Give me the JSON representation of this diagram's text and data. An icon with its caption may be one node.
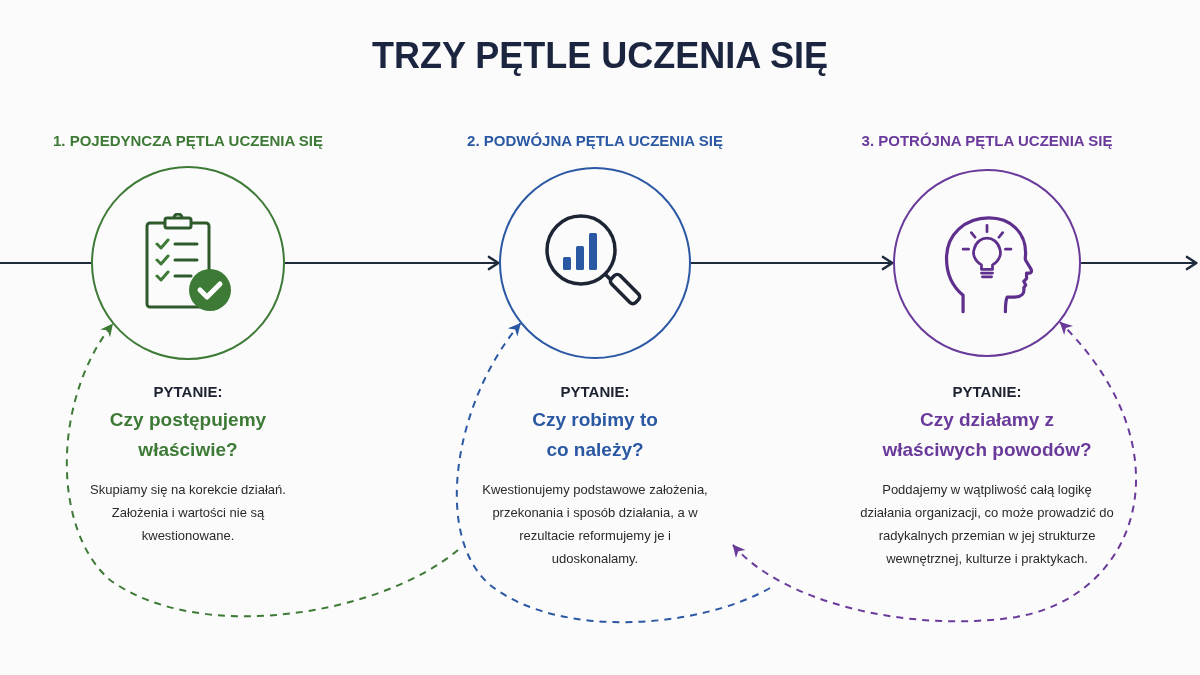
{
  "diagram": {
    "title": "TRZY PĘTLE UCZENIA SIĘ",
    "nodes": [
      {
        "text": [],
        "shape": "circle",
        "beside": [
          "1. POJEDYNCZA PĘTLA UCZENIA SIĘ",
          "PYTANIE:",
          "Czy postępujemy właściwie?",
          "Skupiamy się na korekcie działań. Założenia i wartości nie są kwestionowane."
        ]
      },
      {
        "text": [],
        "shape": "circle",
        "beside": [
          "2. PODWÓJNA PĘTLA UCZENIA SIĘ",
          "PYTANIE:",
          "Czy robimy to co należy?",
          "Kwestionujemy podstawowe założenia, przekonania i sposób działania, a w rezultacie reformujemy je i udoskonalamy."
        ]
      },
      {
        "text": [],
        "shape": "circle",
        "beside": [
          "3. POTRÓJNA PĘTLA UCZENIA SIĘ",
          "PYTANIE:",
          "Czy działamy z właściwych powodów?",
          "Poddajemy w wątpliwość całą logikę działania organizacji, co może prowadzić do radykalnych przemian w jej strukturze wewnętrznej, kulturze i praktykach."
        ]
      }
    ],
    "edges": [
      {
        "from": null,
        "to": 0,
        "arrow": "none"
      },
      {
        "from": 0,
        "to": 1,
        "arrow": "to"
      },
      {
        "from": 1,
        "to": 2,
        "arrow": "to"
      },
      {
        "from": 2,
        "to": null,
        "arrow": "to"
      },
      {
        "from": 1,
        "to": 0,
        "arrow": "to",
        "style": "dashed",
        "color": "#3d7a35"
      },
      {
        "from": null,
        "to": 1,
        "arrow": "to",
        "style": "dashed",
        "color": "#2b58a3"
      },
      {
        "from": 1,
        "to": 2,
        "arrow": "both",
        "style": "dashed",
        "color": "#6a3a9a"
      }
    ]
  }
}
